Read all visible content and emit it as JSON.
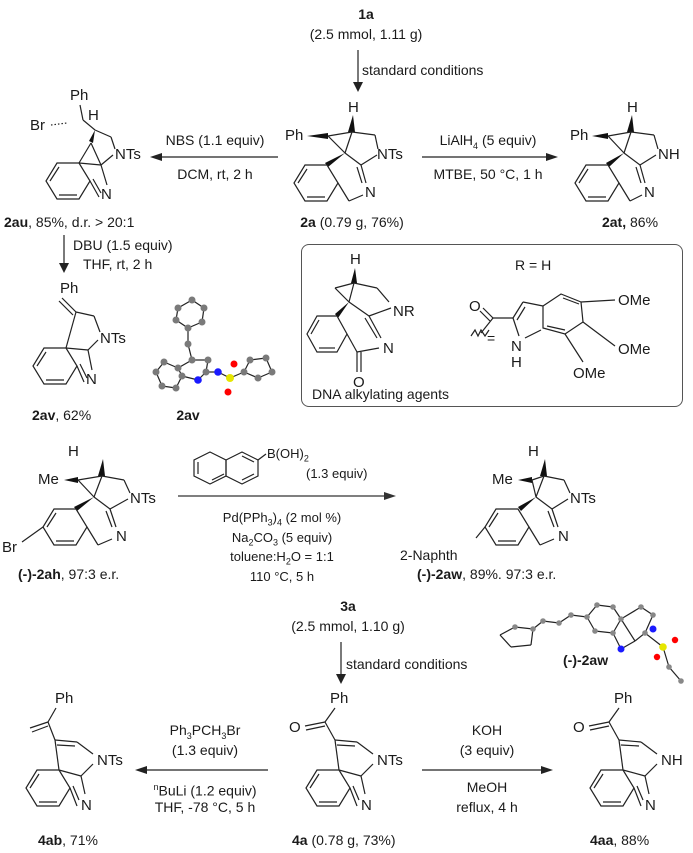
{
  "scheme": {
    "start_1a": {
      "label": "1a",
      "amount": "(2.5 mmol, 1.11 g)"
    },
    "step_1a_to_2a": {
      "conditions": "standard conditions"
    },
    "compound_2a": {
      "label": "2a",
      "yield": " (0.79 g, 76%)",
      "substituents": {
        "ph": "Ph",
        "h": "H",
        "nts": "NTs",
        "n": "N"
      }
    },
    "step_2a_to_2at": {
      "reagent_main": "LiAlH",
      "reagent_sub": "4",
      "reagent_rest": " (5 equiv)",
      "conditions": "MTBE, 50 °C, 1 h"
    },
    "compound_2at": {
      "label": "2at,",
      "yield": " 86%",
      "substituents": {
        "ph": "Ph",
        "h": "H",
        "nh": "NH",
        "n": "N"
      }
    },
    "step_2a_to_2au": {
      "reagent": "NBS (1.1 equiv)",
      "conditions": "DCM, rt, 2 h"
    },
    "compound_2au": {
      "label": "2au",
      "yield": ", 85%, d.r. > 20:1",
      "substituents": {
        "ph": "Ph",
        "br": "Br",
        "h": "H",
        "nts": "NTs",
        "n": "N"
      }
    },
    "step_2au_to_2av": {
      "reagent": "DBU (1.5 equiv)",
      "conditions": "THF, rt, 2 h"
    },
    "compound_2av": {
      "label": "2av",
      "yield": ", 62%",
      "substituents": {
        "ph": "Ph",
        "nts": "NTs",
        "n": "N"
      }
    },
    "crystal_2av": {
      "label": "2av"
    },
    "inset_box": {
      "caption": "DNA alkylating agents",
      "r_def": "R = H",
      "equals": "=",
      "substituents": {
        "h": "H",
        "nr": "NR",
        "n": "N",
        "o": "O",
        "ome1": "OMe",
        "ome2": "OMe",
        "ome3": "OMe",
        "nh_n": "N",
        "nh_h": "H",
        "co_o": "O"
      }
    },
    "compound_2ah": {
      "label": "(-)-2ah",
      "er": ", 97:3 e.r.",
      "substituents": {
        "me": "Me",
        "h": "H",
        "nts": "NTs",
        "n": "N",
        "br": "Br"
      }
    },
    "step_2ah_to_2aw": {
      "boronic_acid": "B(OH)",
      "boronic_sub": "2",
      "boronic_equiv": "(1.3 equiv)",
      "cond1_main": "Pd(PPh",
      "cond1_sub": "3",
      "cond1_mid": ")",
      "cond1_sub2": "4",
      "cond1_rest": " (2 mol %)",
      "cond2_main": "Na",
      "cond2_sub": "2",
      "cond2_mid": "CO",
      "cond2_sub2": "3",
      "cond2_rest": " (5 equiv)",
      "cond3_main": "toluene:H",
      "cond3_sub": "2",
      "cond3_rest": "O = 1:1",
      "cond4": "110 °C, 5 h"
    },
    "compound_2aw": {
      "label": "(-)-2aw",
      "yield": ", 89%. 97:3 e.r.",
      "substituents": {
        "me": "Me",
        "h": "H",
        "nts": "NTs",
        "n": "N",
        "naphth": "2-Naphth"
      }
    },
    "crystal_2aw": {
      "label": "(-)-2aw"
    },
    "start_3a": {
      "label": "3a",
      "amount": "(2.5 mmol, 1.10 g)"
    },
    "step_3a_to_4a": {
      "conditions": "standard conditions"
    },
    "compound_4a": {
      "label": "4a",
      "yield": " (0.78 g, 73%)",
      "substituents": {
        "ph": "Ph",
        "o": "O",
        "nts": "NTs",
        "n": "N"
      }
    },
    "step_4a_to_4ab": {
      "r1_main": "Ph",
      "r1_sub": "3",
      "r1_mid": "PCH",
      "r1_sub2": "3",
      "r1_rest": "Br",
      "r1_equiv": "(1.3 equiv)",
      "r2_sup": "n",
      "r2_rest": "BuLi (1.2 equiv)",
      "conditions": "THF, -78 °C, 5 h"
    },
    "compound_4ab": {
      "label": "4ab",
      "yield": ", 71%",
      "substituents": {
        "ph": "Ph",
        "nts": "NTs",
        "n": "N"
      }
    },
    "step_4a_to_4aa": {
      "reagent": "KOH",
      "equiv": "(3 equiv)",
      "solvent": "MeOH",
      "conditions": "reflux, 4 h"
    },
    "compound_4aa": {
      "label": "4aa",
      "yield": ", 88%",
      "substituents": {
        "ph": "Ph",
        "o": "O",
        "nh": "NH",
        "n": "N"
      }
    }
  },
  "colors": {
    "carbon": "#7a7a7a",
    "nitrogen": "#1a1aff",
    "oxygen": "#ff0000",
    "sulfur": "#e6e600",
    "hydrogen": "#cfcfcf"
  }
}
